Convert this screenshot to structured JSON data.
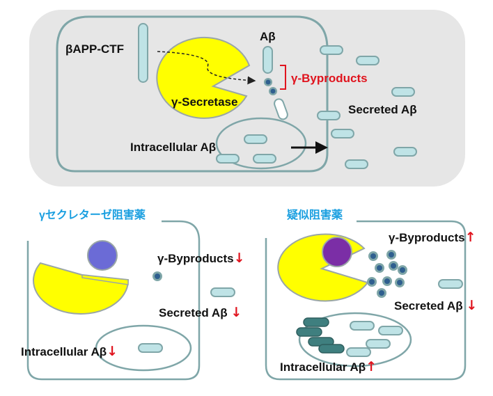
{
  "top_panel": {
    "labels": {
      "app_ctf": "βAPP-CTF",
      "abeta": "Aβ",
      "byproducts": "γ-Byproducts",
      "secretase": "γ-Secretase",
      "secreted": "Secreted Aβ",
      "intracellular": "Intracellular Aβ"
    }
  },
  "left_panel": {
    "title": "γセクレターゼ阻害薬",
    "byproducts": "γ-Byproducts",
    "byproducts_arrow": "↓",
    "secreted": "Secreted Aβ",
    "secreted_arrow": "↓",
    "intracellular": "Intracellular Aβ",
    "intracellular_arrow": "↓"
  },
  "right_panel": {
    "title": "疑似阻害薬",
    "byproducts": "γ-Byproducts",
    "byproducts_arrow": "↑",
    "secreted": "Secreted Aβ",
    "secreted_arrow": "↓",
    "intracellular": "Intracellular Aβ",
    "intracellular_arrow": "↑"
  },
  "colors": {
    "panel_bg": "#e6e6e6",
    "membrane": "#7fa6a8",
    "secretase_fill": "#ffff00",
    "inhibitor_left": "#6b6bd6",
    "inhibitor_right": "#7b2ea6",
    "capsule": "#bfe3e6",
    "capsule_dark": "#3f7f7f",
    "byproduct_dot": "#2f5f8f",
    "emphasis": "#e0141e",
    "title_blue": "#1a9fe0"
  }
}
